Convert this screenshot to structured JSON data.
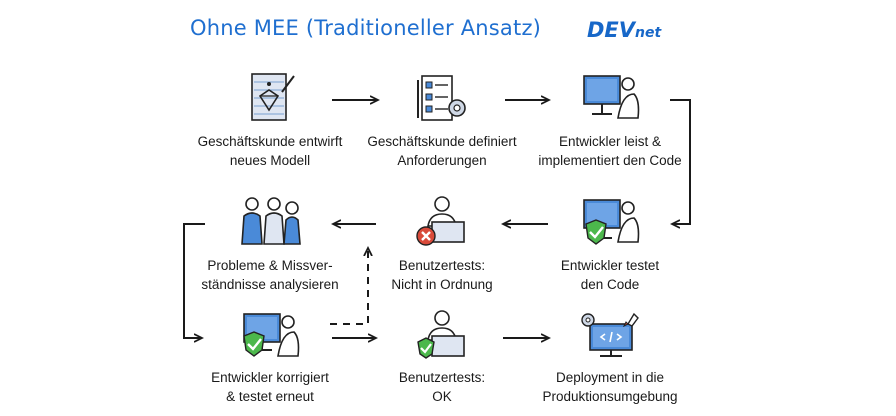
{
  "header": {
    "title": "Ohne MEE (Traditioneller Ansatz)",
    "logo_main": "DEV",
    "logo_sub": "net"
  },
  "steps": [
    {
      "label": "Geschäftskunde entwirft\nneues Modell",
      "icon": "design-icon"
    },
    {
      "label": "Geschäftskunde definiert\nAnforderungen",
      "icon": "requirements-icon"
    },
    {
      "label": "Entwickler leist &\nimplementiert den Code",
      "icon": "developer-monitor-icon"
    },
    {
      "label": "Entwickler testet\nden Code",
      "icon": "developer-test-icon"
    },
    {
      "label": "Benutzertests:\nNicht in Ordnung",
      "icon": "user-test-fail-icon"
    },
    {
      "label": "Probleme & Missver-\nständnisse analysieren",
      "icon": "meeting-icon"
    },
    {
      "label": "Entwickler korrigiert\n& testet erneut",
      "icon": "developer-fix-icon"
    },
    {
      "label": "Benutzertests:\nOK",
      "icon": "user-test-ok-icon"
    },
    {
      "label": "Deployment in die\nProduktionsumgebung",
      "icon": "deployment-icon"
    }
  ],
  "colors": {
    "title": "#1f6fd0",
    "logo": "#1767c8",
    "screen": "#4a8ad8",
    "check": "#4cb84c",
    "fail": "#d94a3a",
    "line": "#1a1a1a"
  }
}
